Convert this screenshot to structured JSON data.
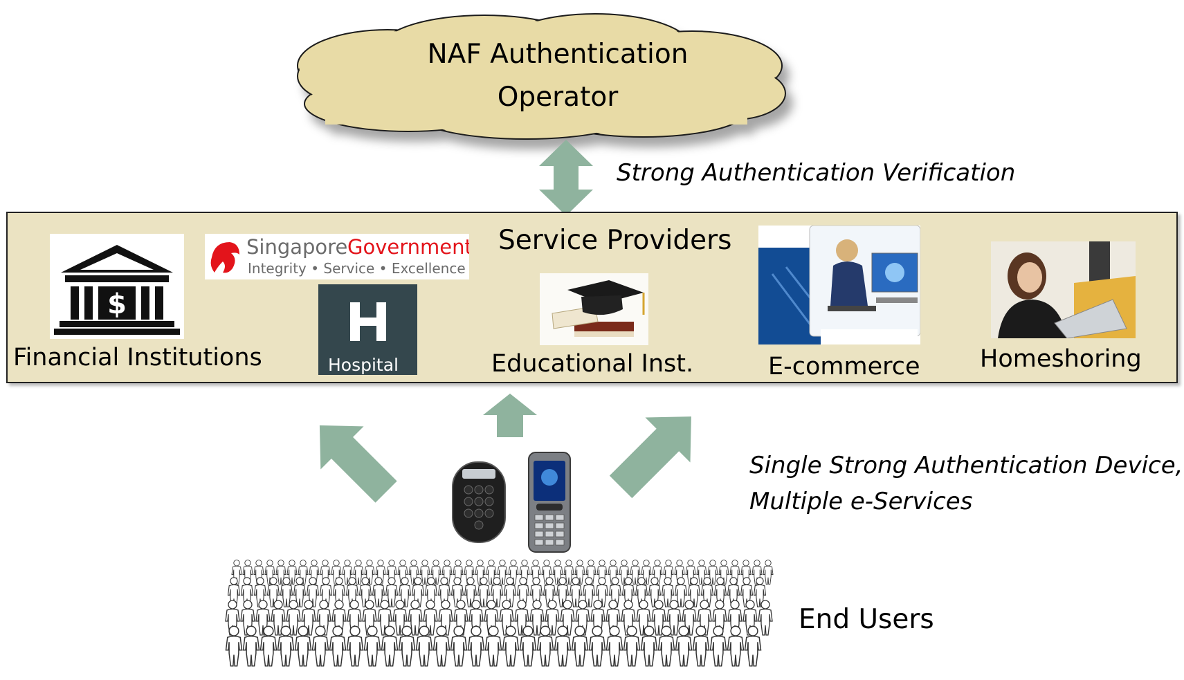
{
  "cloud": {
    "title_line1": "NAF Authentication",
    "title_line2": "Operator",
    "fill": "#e8dba6"
  },
  "verification_label": "Strong Authentication Verification",
  "service_providers": {
    "title": "Service Providers",
    "box_fill": "#ebe3c2",
    "items": [
      {
        "label": "Financial Institutions",
        "icon": "bank-dollar-icon"
      },
      {
        "label": "Hospital",
        "icon": "hospital-sign-icon"
      },
      {
        "label": "Educational Inst.",
        "icon": "graduation-cap-books-icon"
      },
      {
        "label": "E-commerce",
        "icon": "computer-user-icon"
      },
      {
        "label": "Homeshoring",
        "icon": "woman-phone-laptop-icon"
      }
    ],
    "gov_logo": {
      "name": "Singapore",
      "name_red": "Government",
      "tagline": "Integrity • Service • Excellence"
    }
  },
  "devices_label_line1": "Single Strong Authentication Device,",
  "devices_label_line2": "Multiple e-Services",
  "end_users_label": "End Users",
  "arrow_color": "#8fb39e"
}
